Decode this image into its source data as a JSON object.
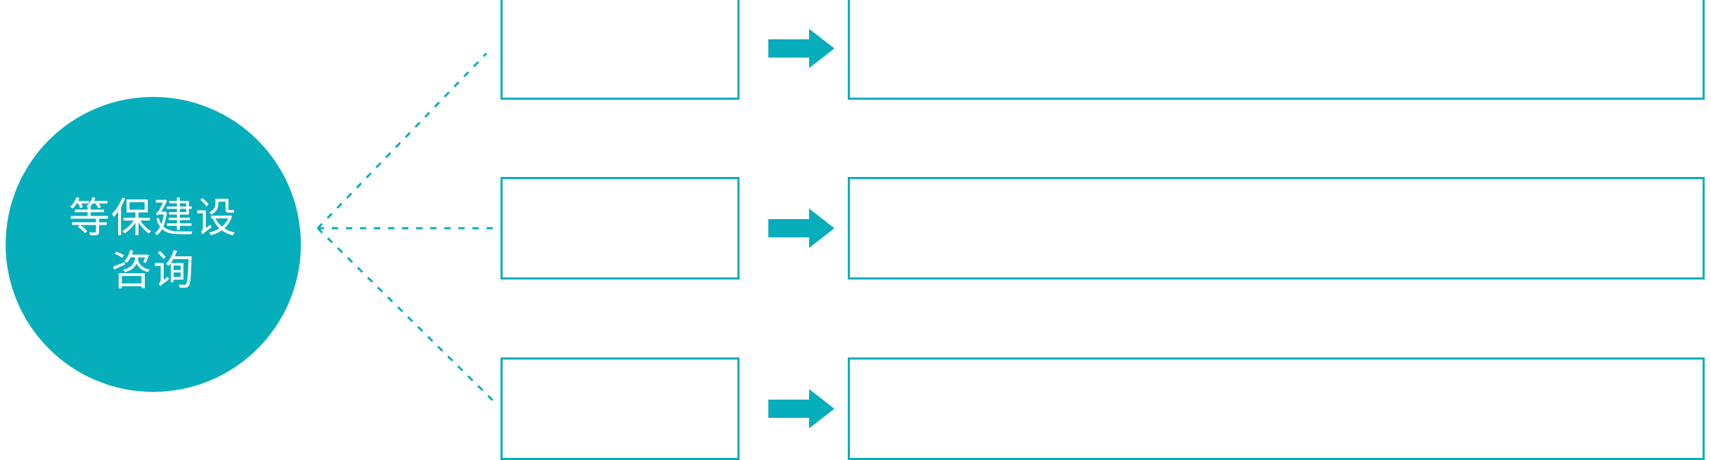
{
  "theme": {
    "accent": "#06AEBC",
    "background": "#FFFFFF",
    "hub_text_color": "#FFFFFF"
  },
  "hub": {
    "name": "等保建设咨询",
    "lines": [
      "等保建设",
      "咨询"
    ]
  },
  "connector": {
    "style": "dotted",
    "color": "#06AEBC",
    "origin_label": "fan-out-node",
    "branch_count": 3
  },
  "rows": [
    {
      "id": "row-1",
      "label_box": "",
      "arrow": "right-arrow-icon",
      "detail_box": ""
    },
    {
      "id": "row-2",
      "label_box": "",
      "arrow": "right-arrow-icon",
      "detail_box": ""
    },
    {
      "id": "row-3",
      "label_box": "",
      "arrow": "right-arrow-icon",
      "detail_box": ""
    }
  ]
}
